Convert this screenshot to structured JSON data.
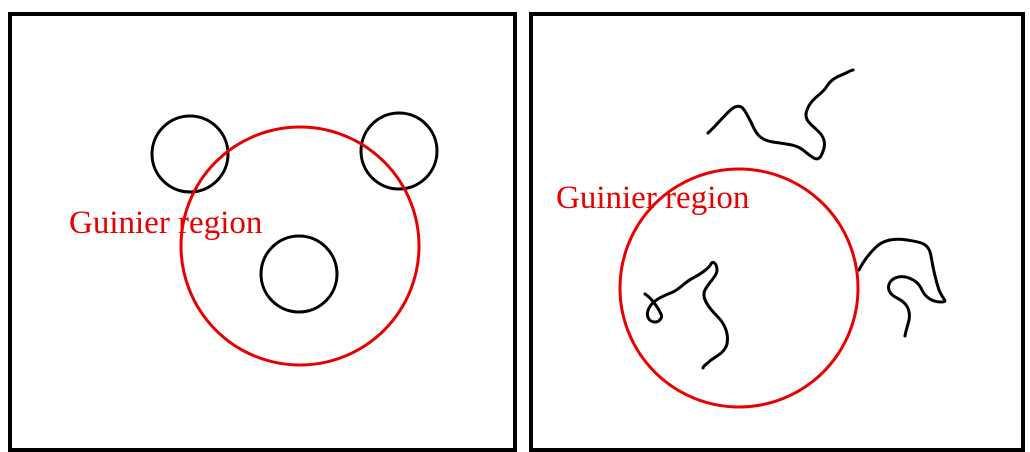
{
  "colors": {
    "guinier": "#e60000",
    "particle": "#000000",
    "frame": "#000000",
    "background": "#ffffff"
  },
  "left_panel": {
    "region_label": "Guinier region",
    "particle_shape": "compact-sphere"
  },
  "right_panel": {
    "region_label": "Guinier region",
    "particle_shape": "flexible-chain"
  }
}
